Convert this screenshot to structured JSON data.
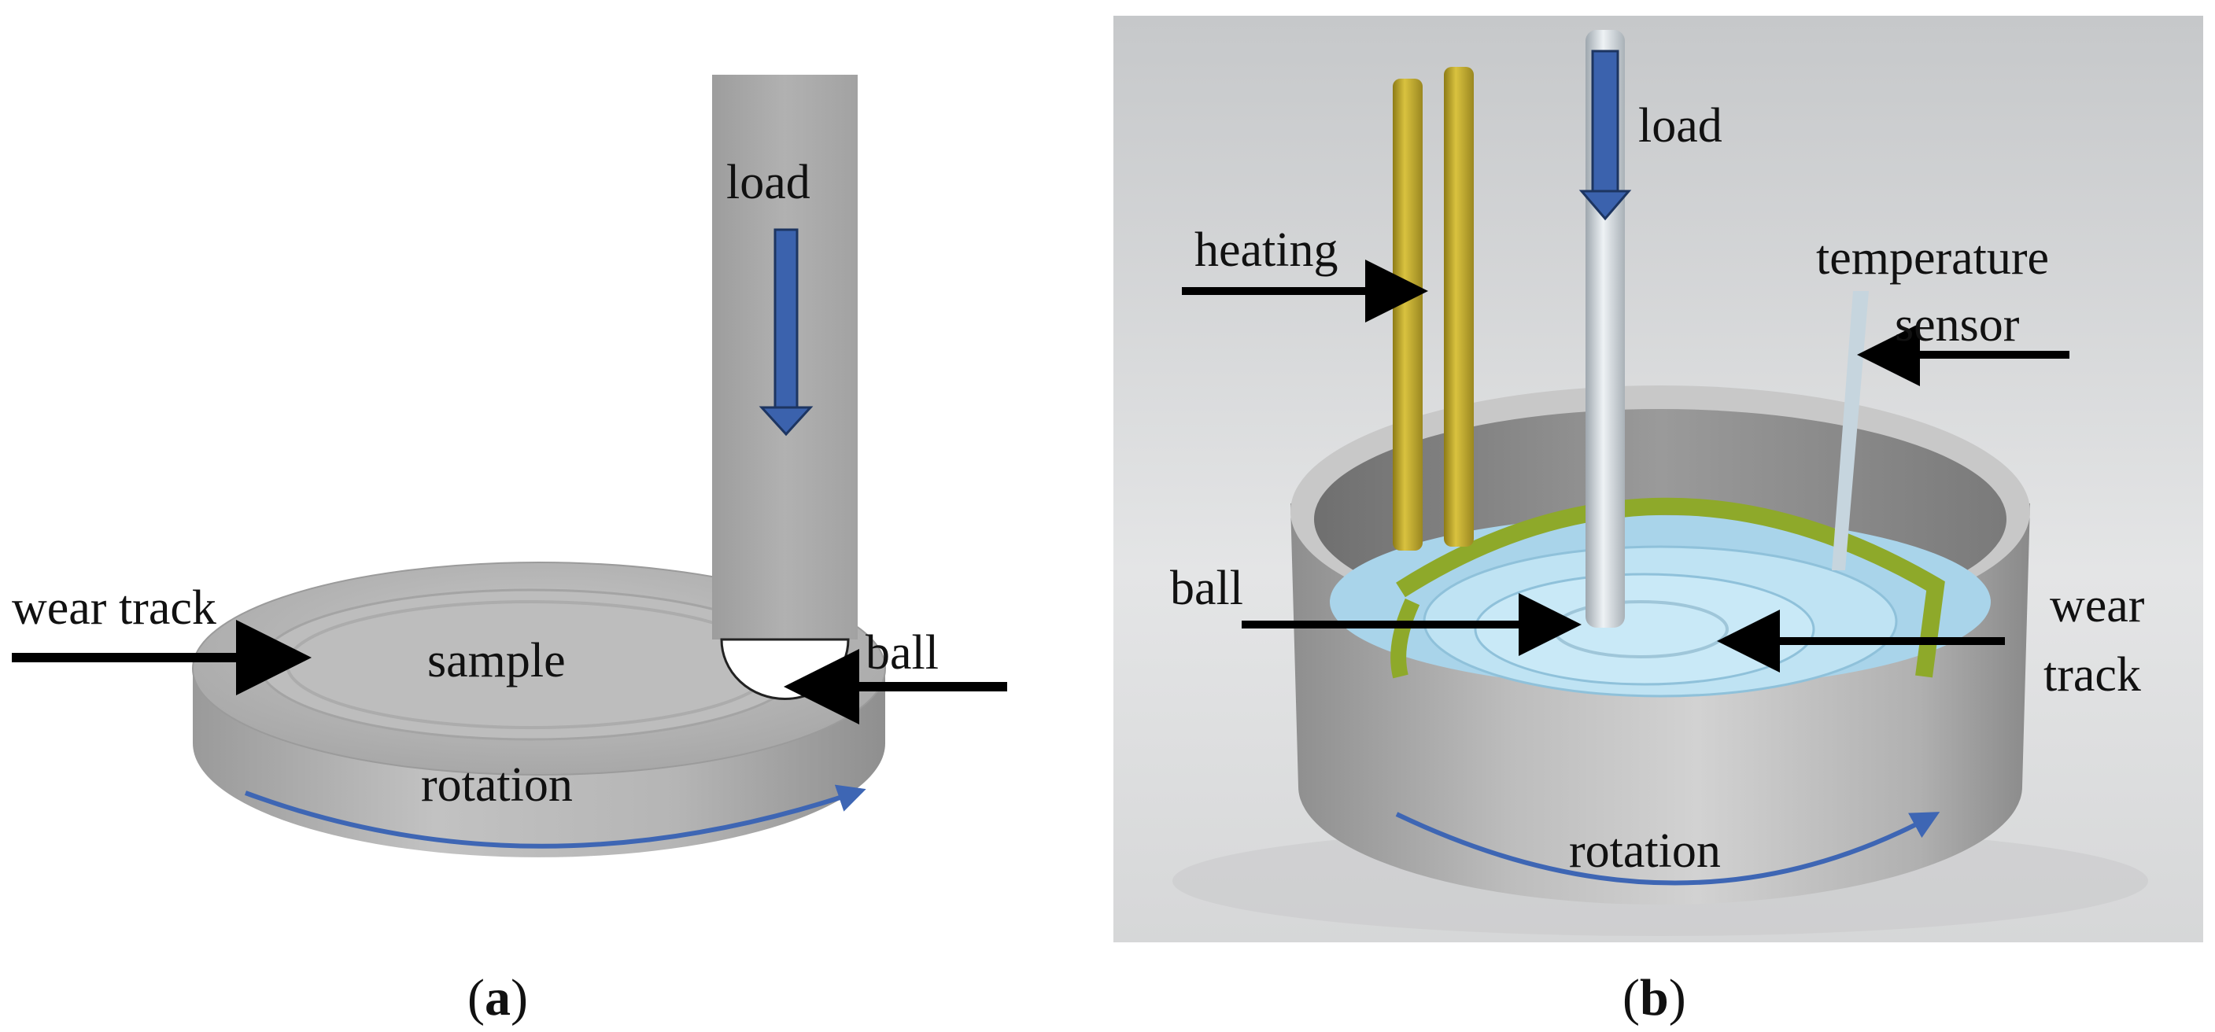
{
  "figure": {
    "panel_a": {
      "caption": {
        "open": "(",
        "letter": "a",
        "close": ")"
      },
      "labels": {
        "load": "load",
        "wear_track": "wear track",
        "sample": "sample",
        "ball": "ball",
        "rotation": "rotation"
      }
    },
    "panel_b": {
      "caption": {
        "open": "(",
        "letter": "b",
        "close": ")"
      },
      "labels": {
        "load": "load",
        "heating": "heating",
        "temperature": "temperature",
        "sensor": "sensor",
        "ball": "ball",
        "wear": "wear",
        "track": "track",
        "rotation": "rotation"
      }
    }
  },
  "colors": {
    "metal": "#a9a9a9",
    "load_arrow": "#3b62ad",
    "rotation_arrow": "#3e66b4",
    "heater": "#c8b12e",
    "fluid": "#a9d4ea",
    "label_arrow": "#000000"
  }
}
